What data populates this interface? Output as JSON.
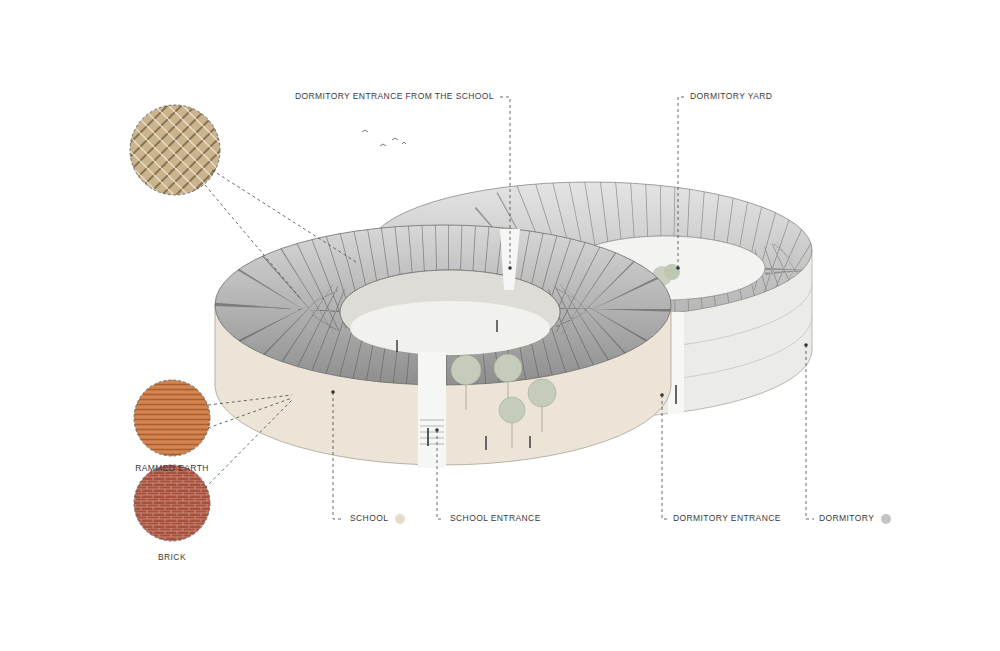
{
  "diagram": {
    "labels": [
      "DORMITORY ENTRANCE FROM THE SCHOOL",
      "DORMITORY YARD",
      "RAMMED EARTH",
      "BRICK",
      "SCHOOL ENTRANCE",
      "DORMITORY ENTRANCE"
    ],
    "legend": [
      {
        "text": "SCHOOL",
        "color": "#e6dccb"
      },
      {
        "text": "DORMITORY",
        "color": "#c4c4c4"
      }
    ]
  }
}
